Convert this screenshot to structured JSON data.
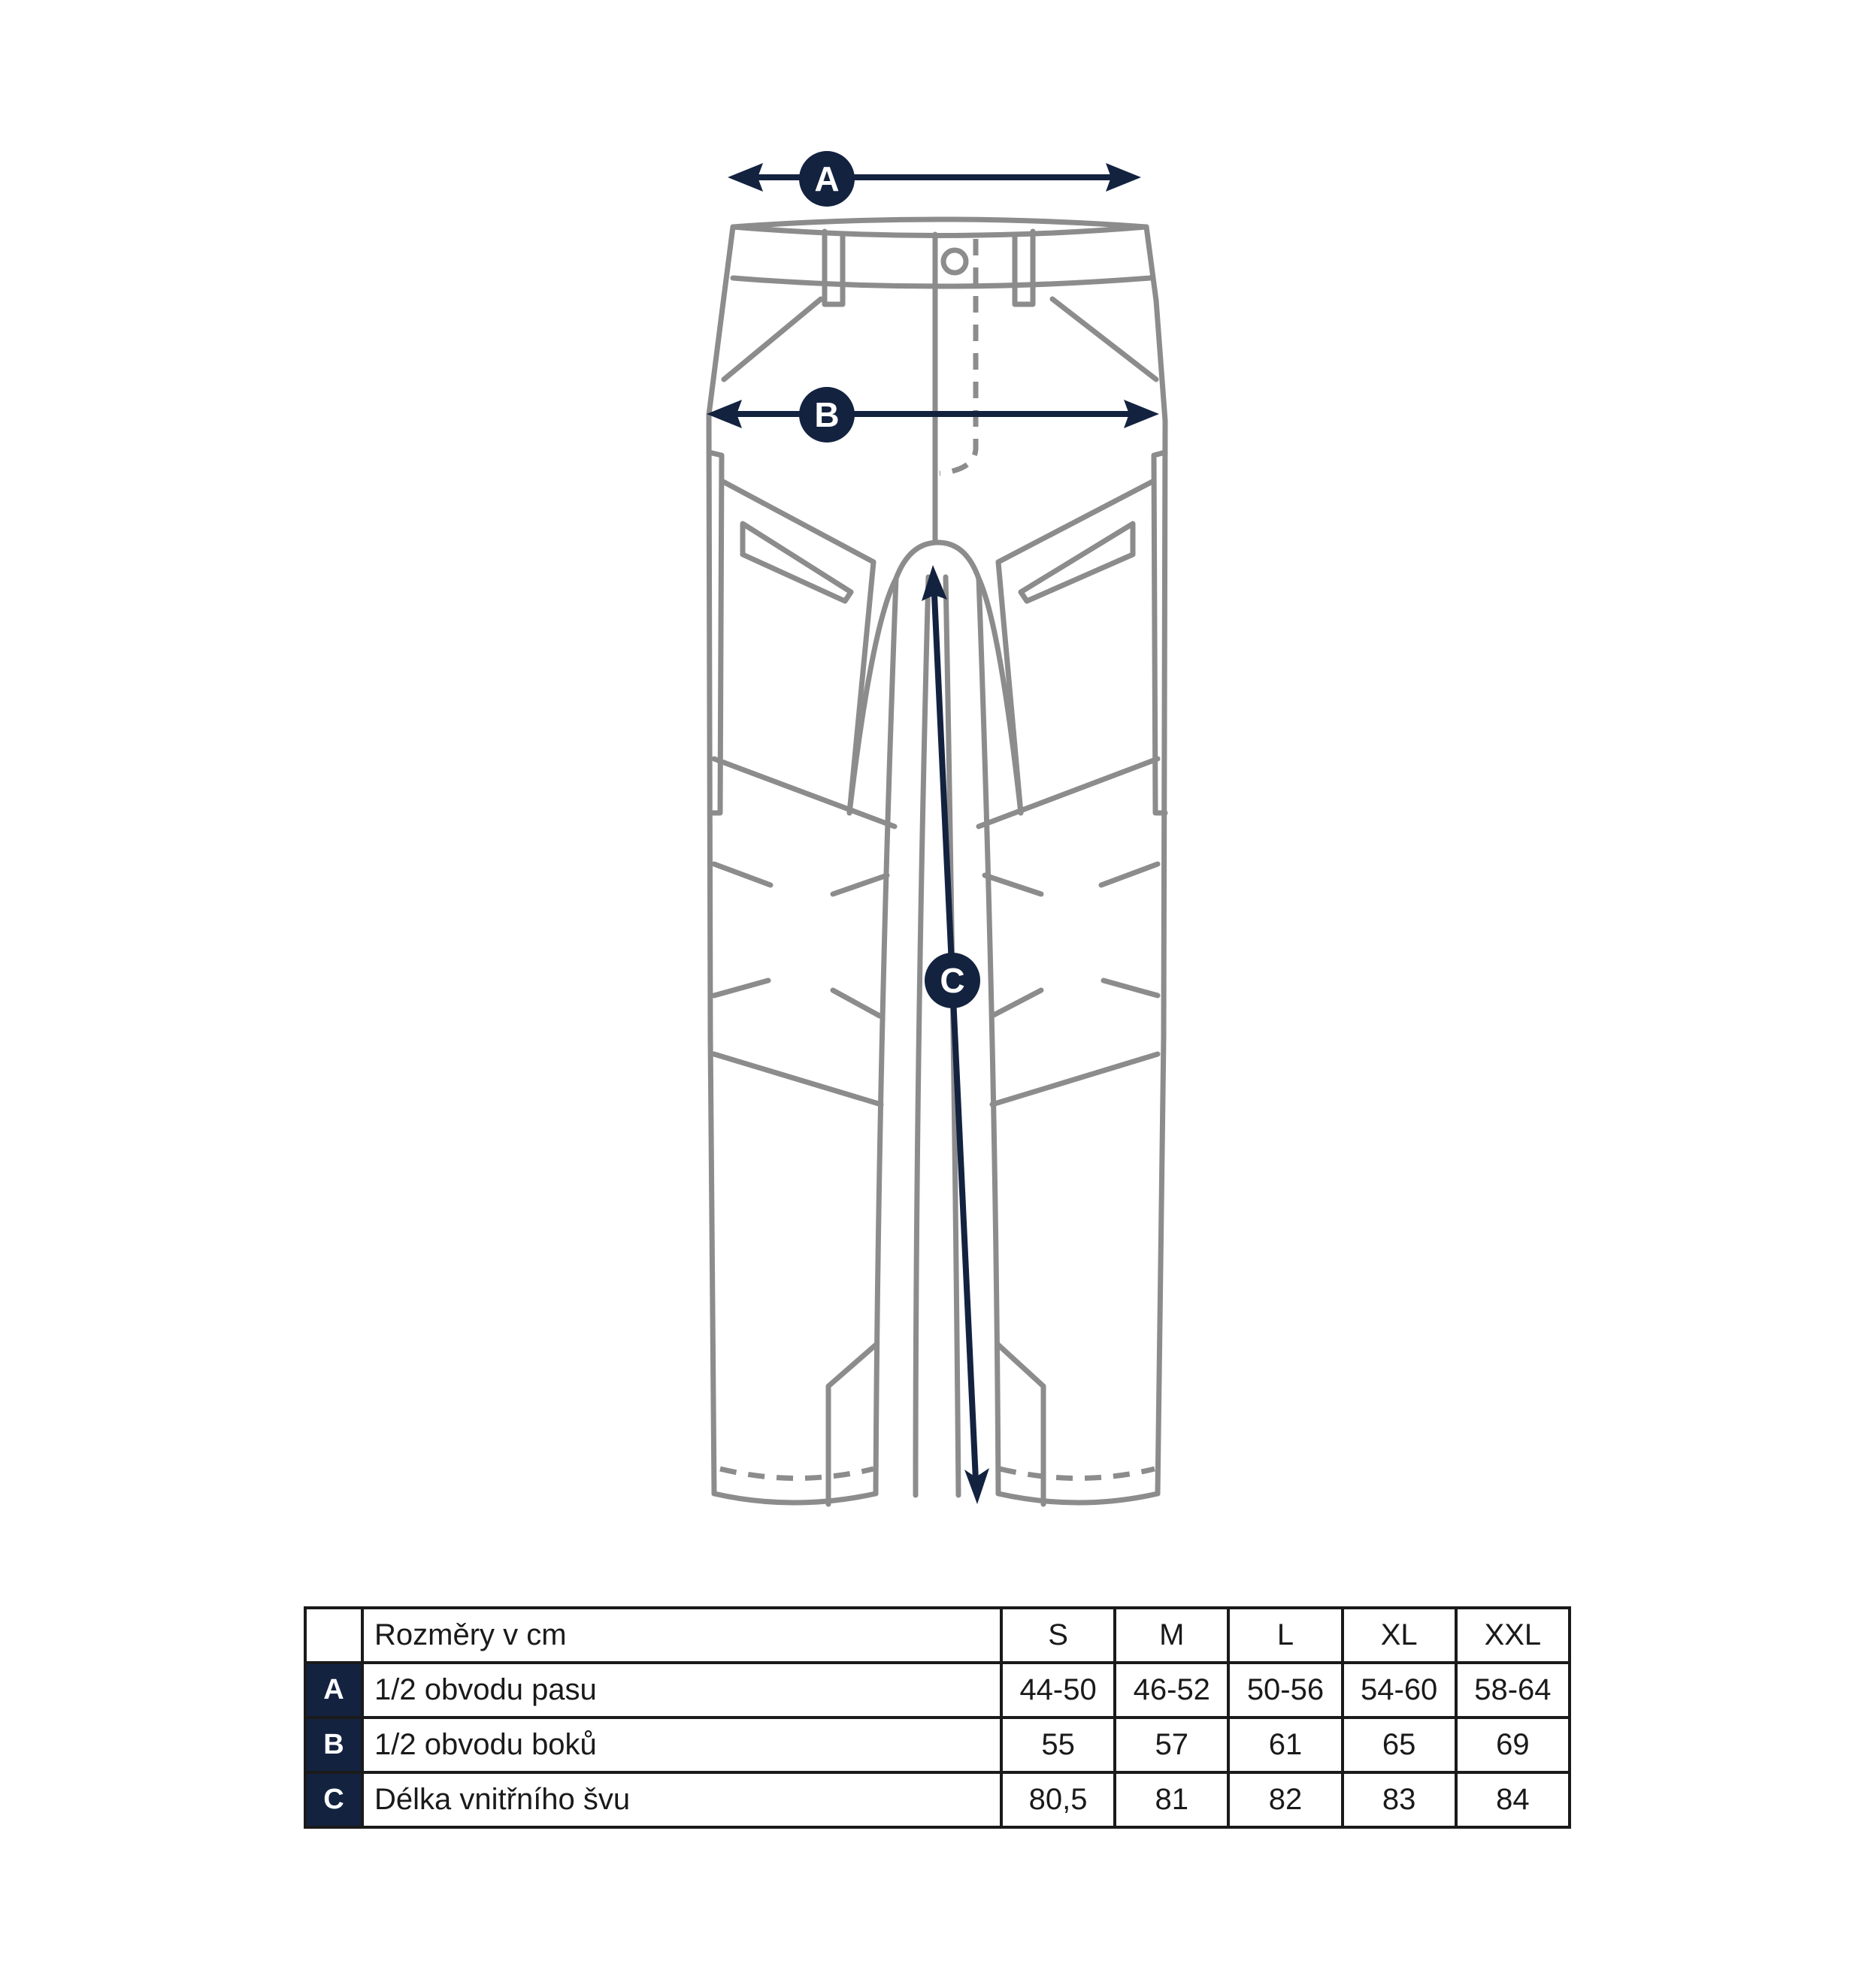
{
  "callouts": {
    "a": "A",
    "b": "B",
    "c": "C"
  },
  "table": {
    "header": {
      "title": "Rozměry v cm",
      "sizes": [
        "S",
        "M",
        "L",
        "XL",
        "XXL"
      ]
    },
    "rows": [
      {
        "key": "A",
        "label": "1/2 obvodu pasu",
        "values": [
          "44-50",
          "46-52",
          "50-56",
          "54-60",
          "58-64"
        ]
      },
      {
        "key": "B",
        "label": "1/2 obvodu boků",
        "values": [
          "55",
          "57",
          "61",
          "65",
          "69"
        ]
      },
      {
        "key": "C",
        "label": "Délka vnitřního švu",
        "values": [
          "80,5",
          "81",
          "82",
          "83",
          "84"
        ]
      }
    ]
  },
  "colors": {
    "accent": "#13223f",
    "outline": "#8c8c8c",
    "border": "#1a1a1a"
  }
}
